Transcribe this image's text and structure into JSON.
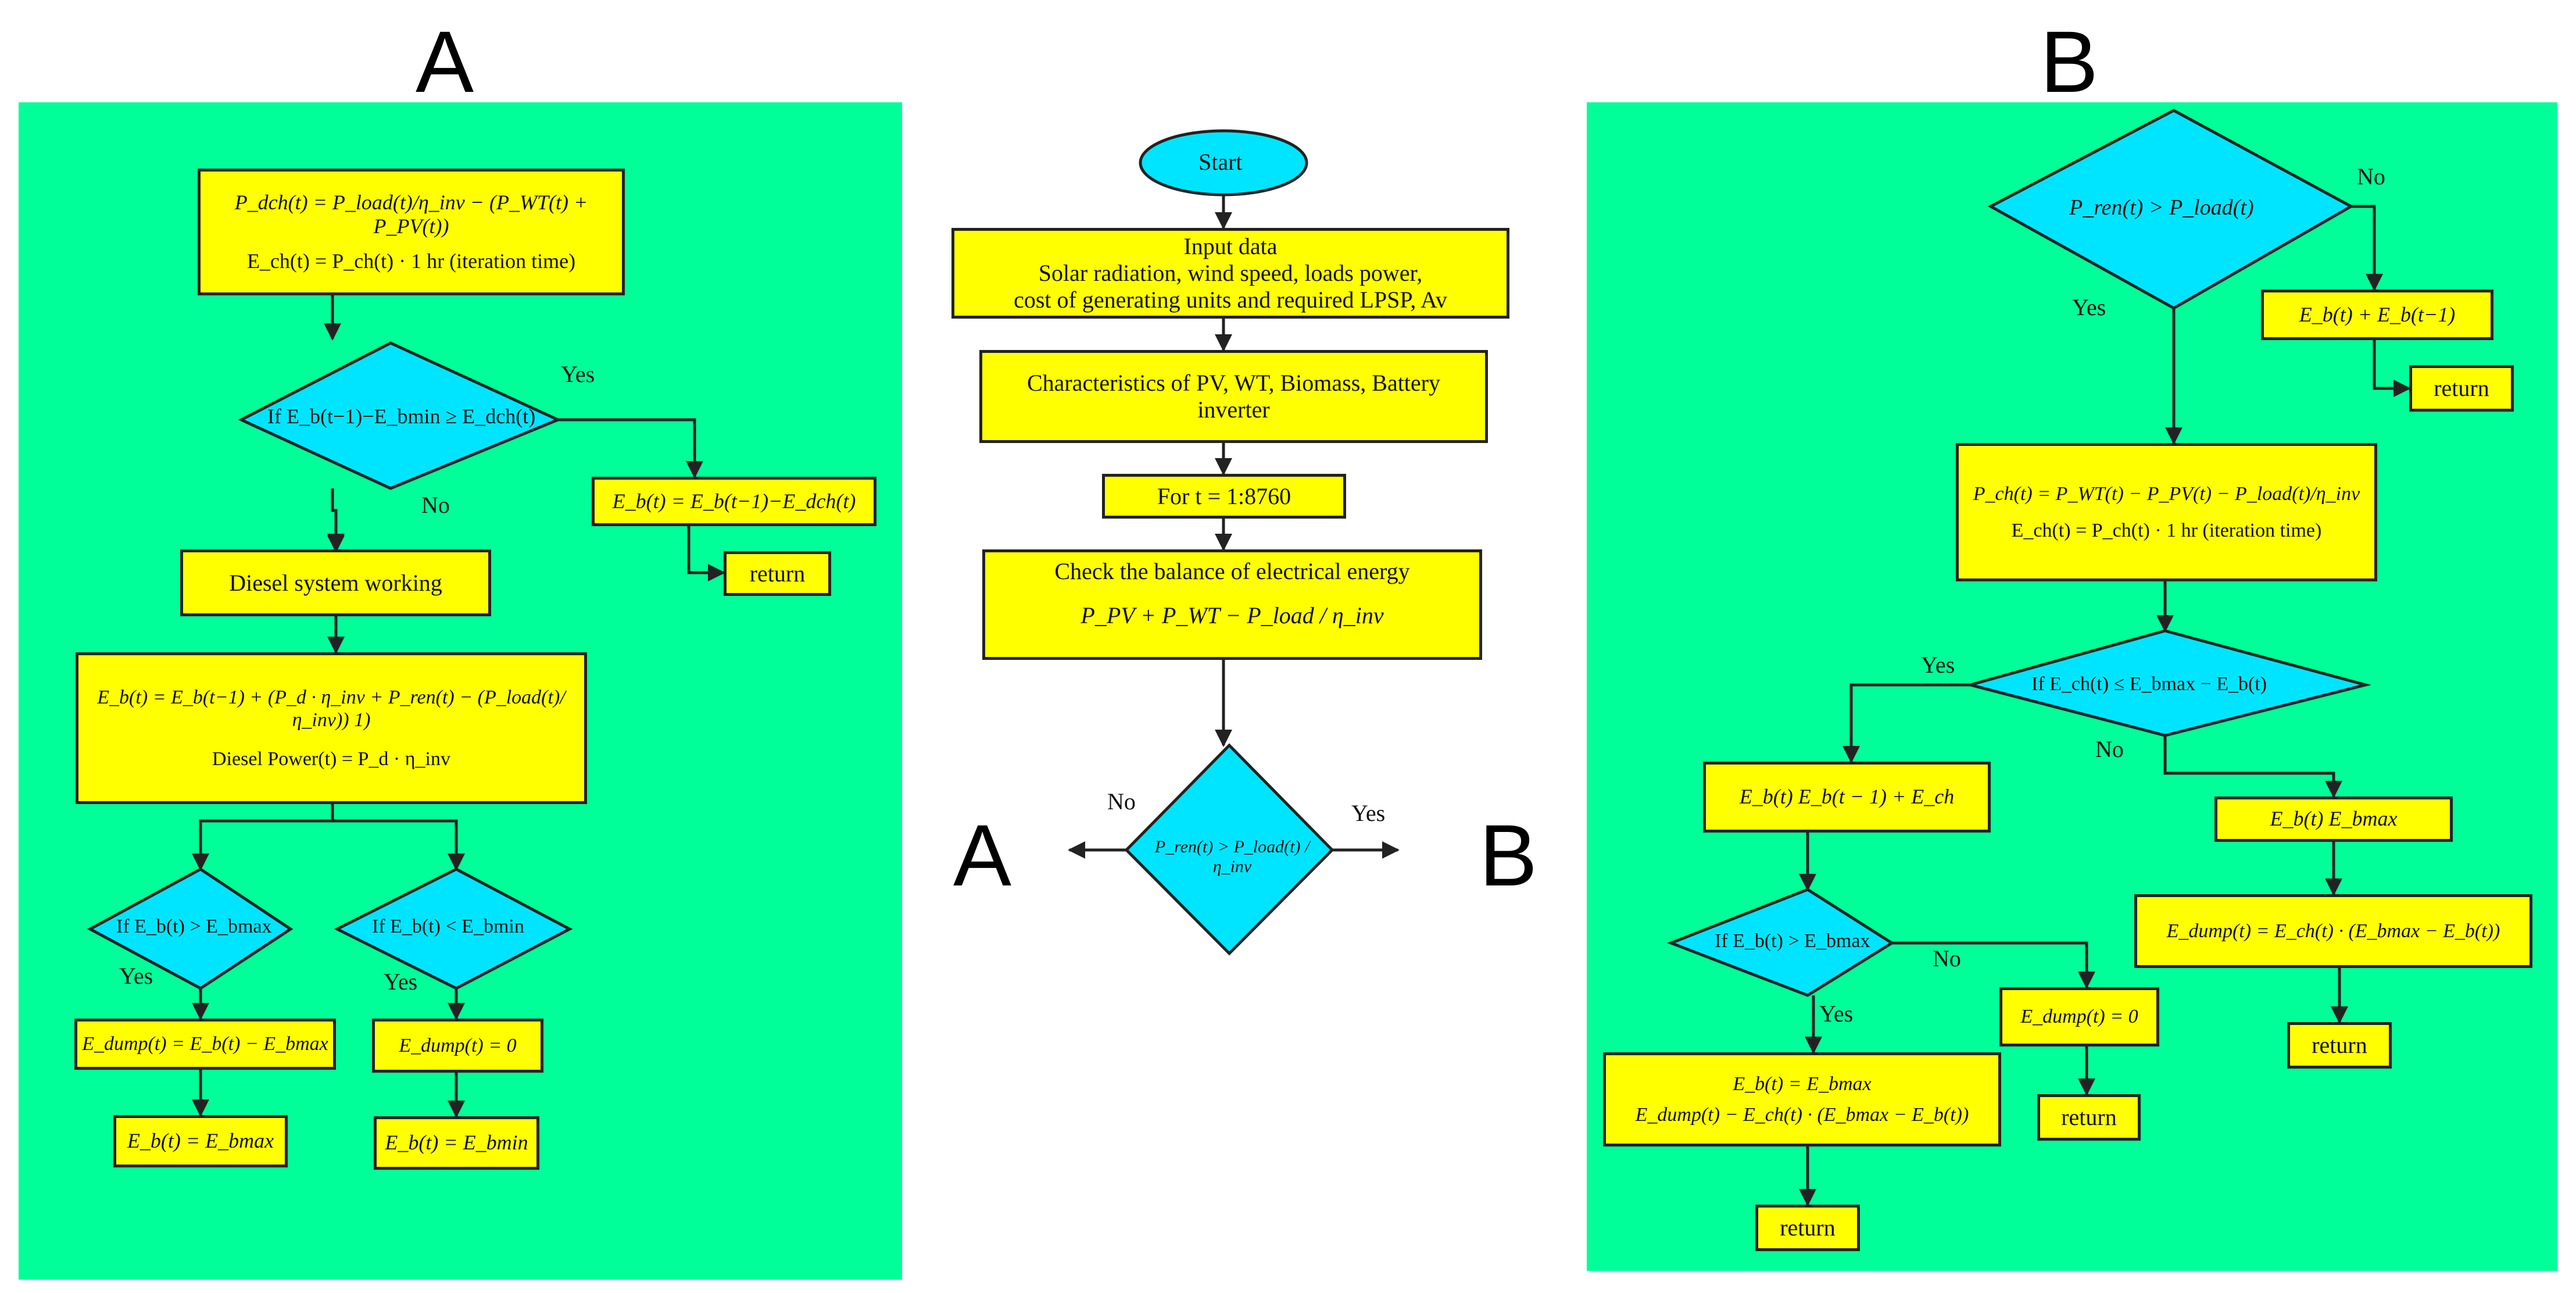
{
  "colors": {
    "panel_bg": "#00ff99",
    "process_fill": "#ffff00",
    "decision_fill": "#00e5ff",
    "line": "#222222"
  },
  "labels": {
    "panel_a": "A",
    "panel_b": "B",
    "yes": "Yes",
    "no": "No"
  },
  "center": {
    "start": "Start",
    "input_title": "Input data",
    "input_line1": "Solar radiation, wind speed, loads power,",
    "input_line2": "cost of generating units and required LPSP, Av",
    "characteristics_line1": "Characteristics of PV, WT, Biomass, Battery",
    "characteristics_line2": "inverter",
    "loop": "For t = 1:8760",
    "balance": "Check the balance of electrical energy",
    "balance_formula": "P_PV + P_WT − P_load / η_inv",
    "decision": "P_ren(t) > P_load(t) / η_inv"
  },
  "panel_a": {
    "discharge_line1": "P_dch(t) = P_load(t)/η_inv − (P_WT(t) + P_PV(t))",
    "discharge_line2": "E_ch(t) = P_ch(t) · 1 hr (iteration time)",
    "decision1": "If E_b(t−1)−E_bmin ≥ E_dch(t)",
    "battery_discharge": "E_b(t) = E_b(t−1)−E_dch(t)",
    "return1": "return",
    "diesel": "Diesel system working",
    "diesel_energy_line1": "E_b(t) = E_b(t−1) + (P_d · η_inv + P_ren(t) − (P_load(t)/η_inv)) 1)",
    "diesel_energy_line2": "Diesel Power(t) = P_d · η_inv",
    "decision2": "If E_b(t) > E_bmax",
    "decision3": "If E_b(t) < E_bmin",
    "dump1": "E_dump(t) = E_b(t) − E_bmax",
    "dump2": "E_dump(t) = 0",
    "cap_max": "E_b(t) = E_bmax",
    "cap_min": "E_b(t) = E_bmin"
  },
  "panel_b": {
    "decision1": "P_ren(t) > P_load(t)",
    "battery_sum": "E_b(t) + E_b(t−1)",
    "return1": "return",
    "charge_line1": "P_ch(t) = P_WT(t) − P_PV(t) − P_load(t)/η_inv",
    "charge_line2": "E_ch(t) = P_ch(t) · 1 hr (iteration time)",
    "decision2": "If E_ch(t) ≤ E_bmax − E_b(t)",
    "battery_charge": "E_b(t)  E_b(t − 1) + E_ch",
    "battery_full": "E_b(t)  E_bmax",
    "dump_full": "E_dump(t) = E_ch(t) · (E_bmax − E_b(t))",
    "return2": "return",
    "decision3": "If E_b(t) > E_bmax",
    "dump_zero": "E_dump(t) = 0",
    "return3": "return",
    "overflow_line1": "E_b(t) = E_bmax",
    "overflow_line2": "E_dump(t) − E_ch(t) · (E_bmax − E_b(t))",
    "return4": "return"
  }
}
